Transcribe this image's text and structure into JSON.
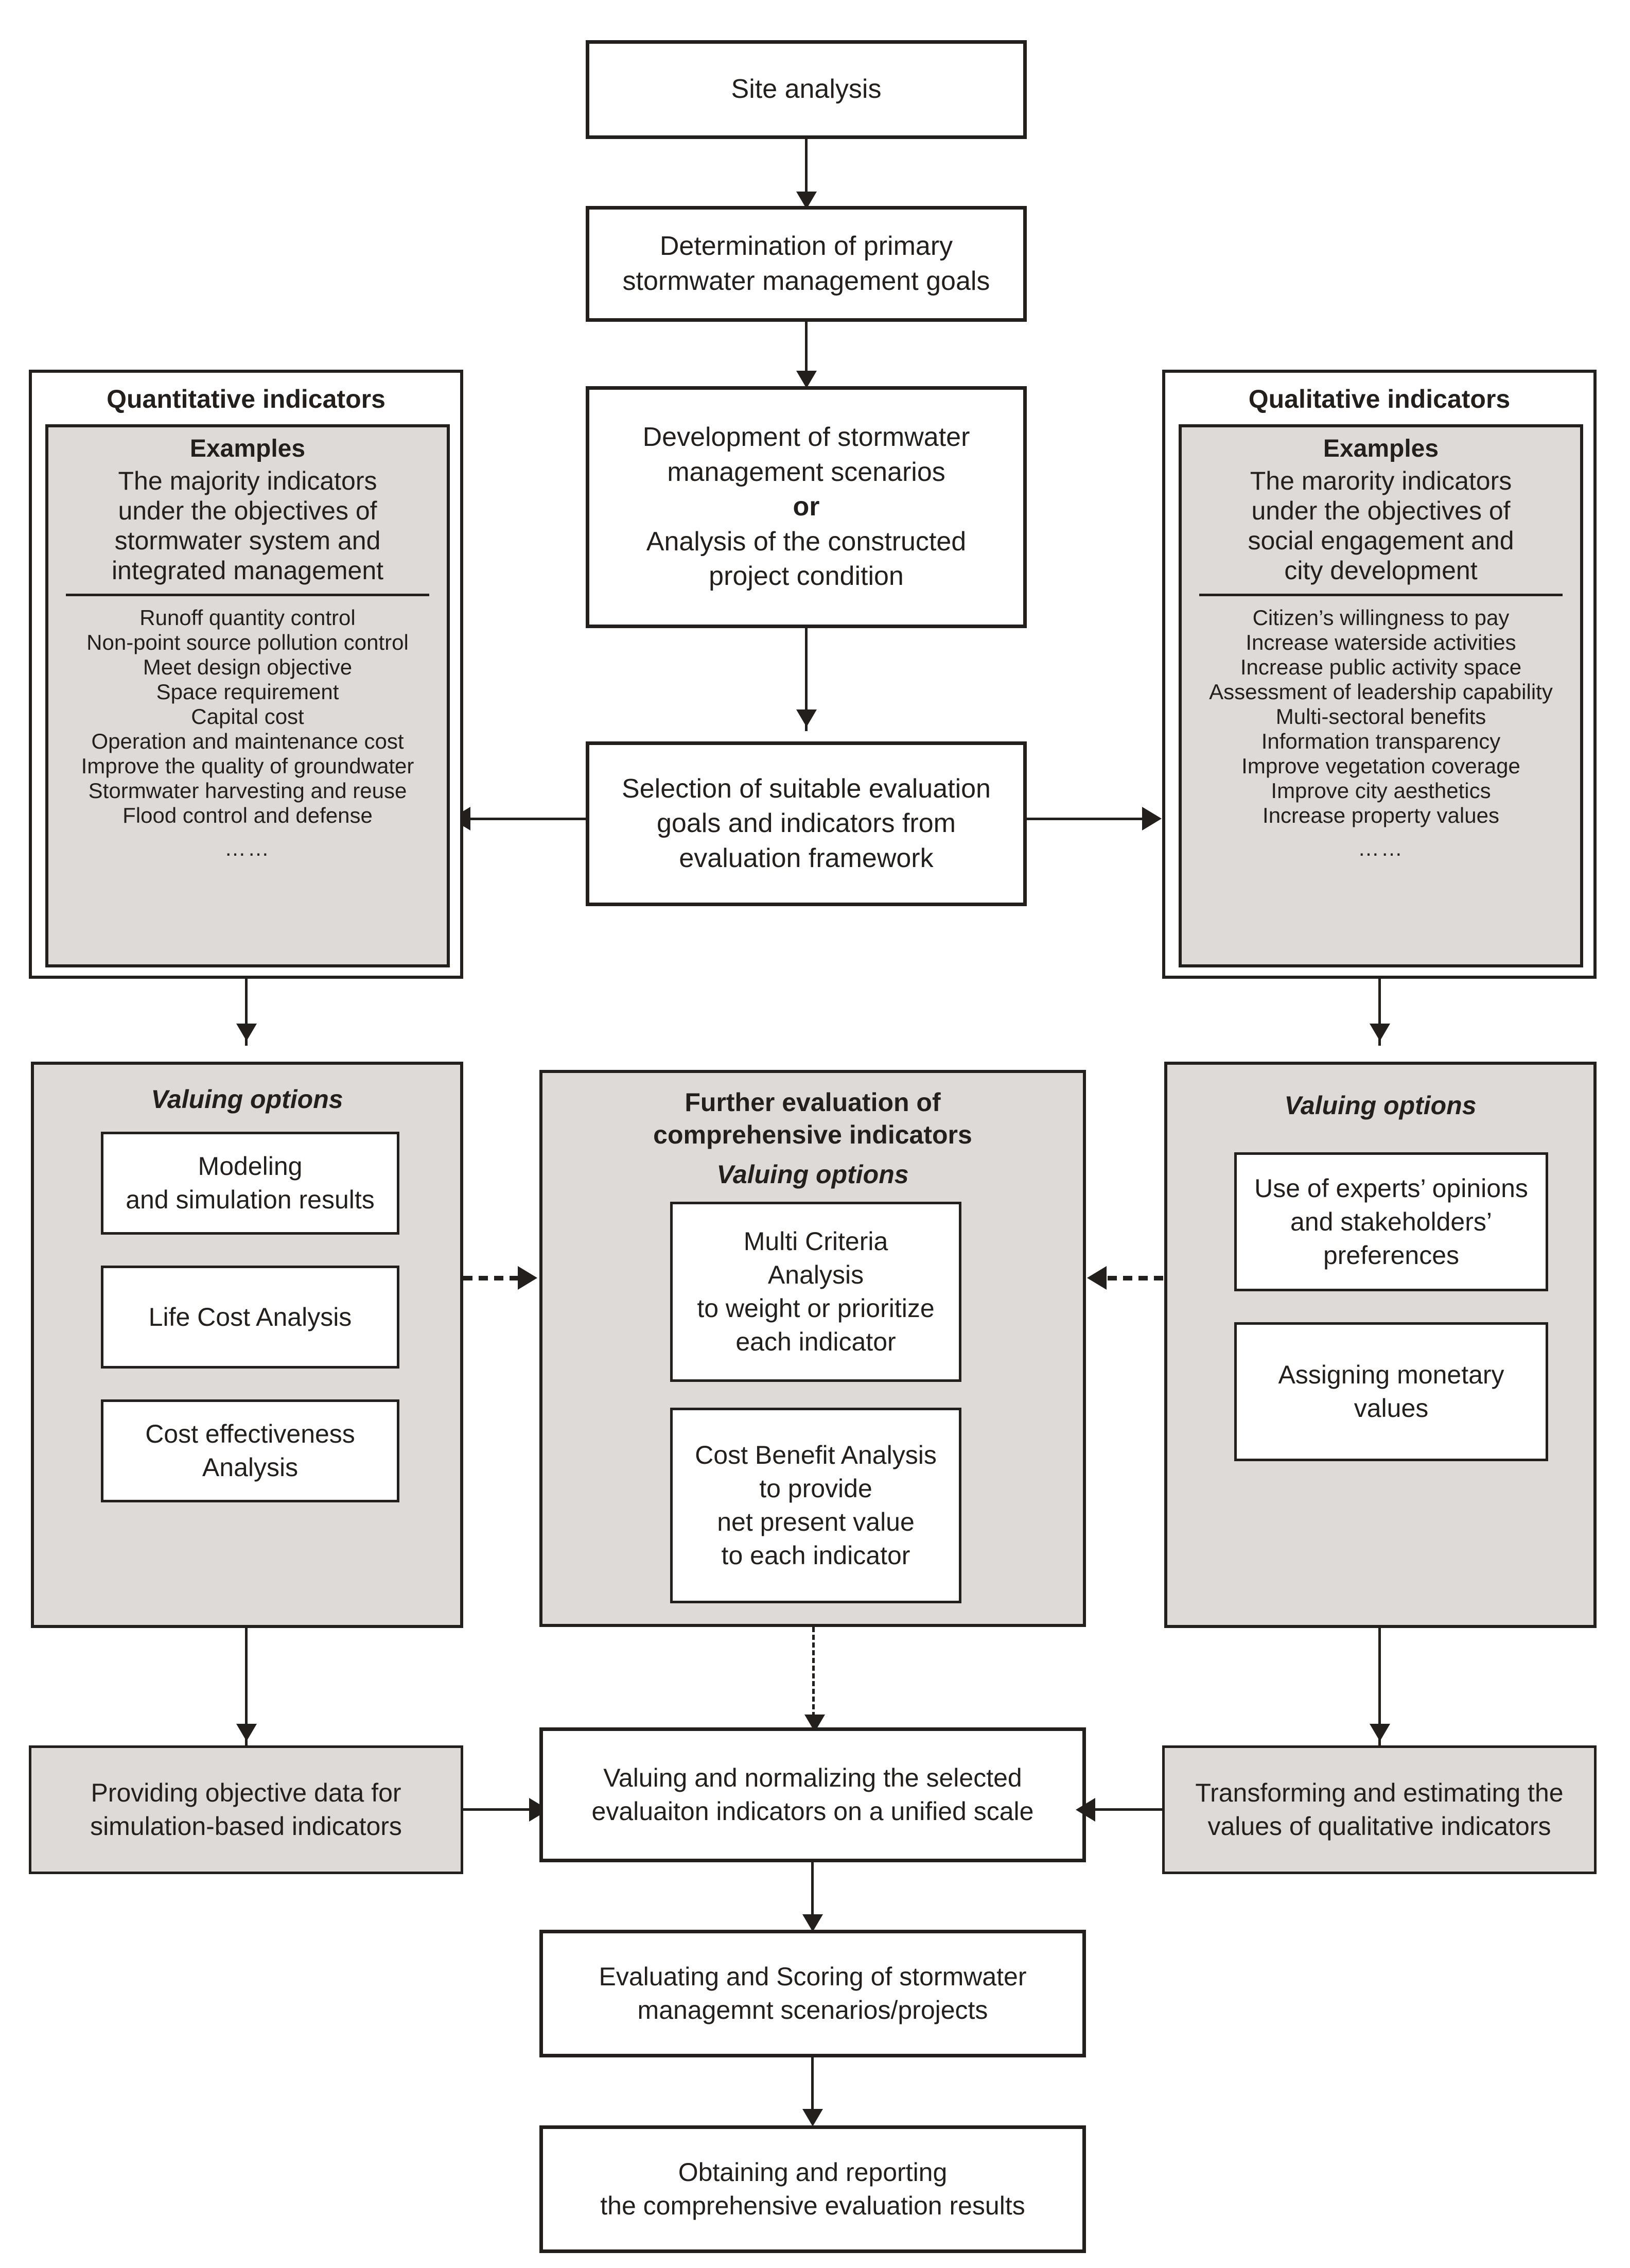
{
  "diagram": {
    "title": "Stormwater management evaluation framework flowchart",
    "accent_fill": "#dedad8",
    "line_color": "#231f1d"
  },
  "center_flow": {
    "site_analysis": "Site analysis",
    "determination": "Determination of primary\nstormwater management goals",
    "development_line1": "Development of stormwater",
    "development_line2": "management scenarios",
    "development_or": "or",
    "development_line3": "Analysis of the constructed",
    "development_line4": "project condition",
    "selection": "Selection of suitable evaluation\ngoals and indicators from\nevaluation framework"
  },
  "quantitative": {
    "title": "Quantitative indicators",
    "examples_label": "Examples",
    "description": "The majority indicators\nunder the objectives of\nstormwater system and\nintegrated management",
    "items": [
      "Runoff quantity control",
      "Non-point source pollution control",
      "Meet design objective",
      "Space requirement",
      "Capital cost",
      "Operation and maintenance cost",
      "Improve the quality of groundwater",
      "Stormwater harvesting and reuse",
      "Flood control and defense"
    ],
    "ellipsis": "……"
  },
  "qualitative": {
    "title": "Qualitative indicators",
    "examples_label": "Examples",
    "description": "The marority indicators\nunder the objectives of\nsocial engagement and\ncity development",
    "items": [
      "Citizen’s willingness to pay",
      "Increase waterside activities",
      "Increase public activity space",
      "Assessment of leadership capability",
      "Multi-sectoral benefits",
      "Information transparency",
      "Improve vegetation coverage",
      "Improve city aesthetics",
      "Increase property values"
    ],
    "ellipsis": "……"
  },
  "left_valuing": {
    "heading": "Valuing options",
    "options": [
      "Modeling\nand simulation results",
      "Life Cost Analysis",
      "Cost effectiveness\nAnalysis"
    ]
  },
  "center_valuing": {
    "title": "Further evaluation of\ncomprehensive indicators",
    "heading": "Valuing options",
    "options": [
      "Multi Criteria\nAnalysis\nto weight or prioritize\neach indicator",
      "Cost Benefit Analysis\nto provide\nnet present value\nto each indicator"
    ]
  },
  "right_valuing": {
    "heading": "Valuing options",
    "options": [
      "Use of experts’ opinions\nand stakeholders’\npreferences",
      "Assigning monetary\nvalues"
    ]
  },
  "bottom_row": {
    "left": "Providing objective data for\nsimulation-based indicators",
    "center": "Valuing and normalizing the selected\nevaluaiton indicators on a unified scale",
    "right": "Transforming and estimating the\nvalues of qualitative indicators"
  },
  "footer_flow": {
    "evaluating": "Evaluating and Scoring of stormwater\nmanagemnt scenarios/projects",
    "obtaining": "Obtaining and reporting\nthe comprehensive evaluation results"
  }
}
